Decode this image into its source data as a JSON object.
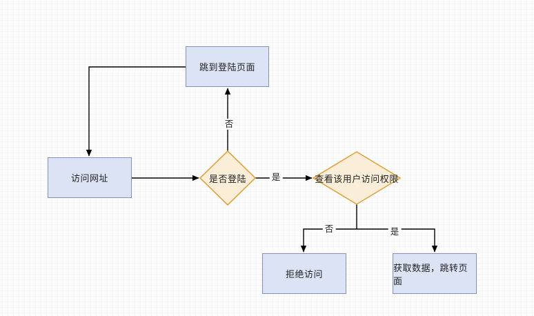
{
  "canvas": {
    "background": "#fdfdfd",
    "grid_major_color": "#e6e6e6",
    "grid_minor_color": "#f6f4f4"
  },
  "colors": {
    "process_fill": "#dce3f5",
    "process_border": "#8591bb",
    "decision_fill": "#fbeed8",
    "decision_border": "#dda33f",
    "connector": "#000000",
    "text": "#1f1f1f"
  },
  "nodes": {
    "jump_login": {
      "label": "跳到登陆页面",
      "shape": "rectangle"
    },
    "visit_url": {
      "label": "访问网址",
      "shape": "rectangle"
    },
    "is_login": {
      "label": "是否登陆",
      "shape": "diamond"
    },
    "check_perm": {
      "label": "查看该用户访问权限",
      "shape": "diamond"
    },
    "deny_access": {
      "label": "拒绝访问",
      "shape": "rectangle"
    },
    "get_data": {
      "label": "获取数据，跳转页面",
      "shape": "rectangle"
    }
  },
  "edge_labels": {
    "is_login_no": "否",
    "is_login_yes": "是",
    "check_perm_no": "否",
    "check_perm_yes": "是"
  }
}
